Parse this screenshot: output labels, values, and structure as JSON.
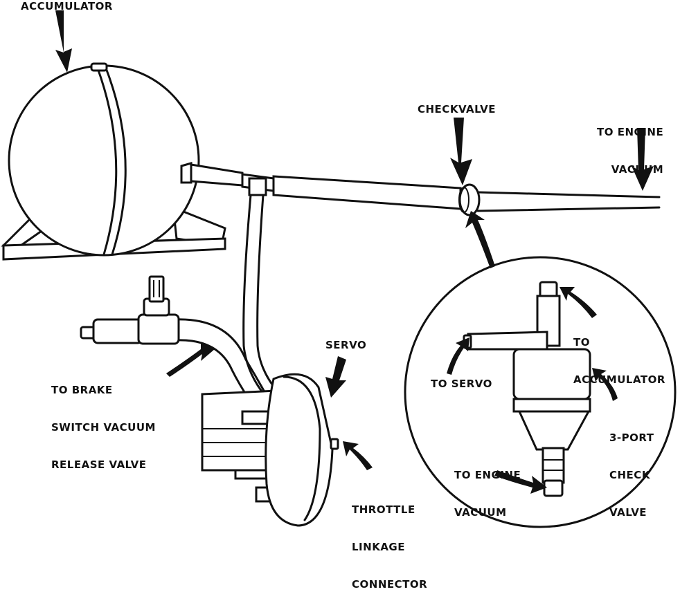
{
  "labels": {
    "accumulator": "ACCUMULATOR",
    "checkvalve": "CHECKVALVE",
    "to_engine_vacuum_top": [
      "TO ENGINE",
      "VACUUM"
    ],
    "brake_switch": [
      "TO BRAKE",
      "SWITCH VACUUM",
      "RELEASE VALVE"
    ],
    "servo": "SERVO",
    "throttle": [
      "THROTTLE",
      "LINKAGE",
      "CONNECTOR"
    ],
    "inset_to_accumulator": [
      "TO",
      "ACCUMULATOR"
    ],
    "inset_to_servo": "TO SERVO",
    "inset_check_valve": [
      "3-PORT",
      "CHECK",
      "VALVE"
    ],
    "inset_to_engine_vacuum": [
      "TO ENGINE",
      "VACUUM"
    ]
  }
}
